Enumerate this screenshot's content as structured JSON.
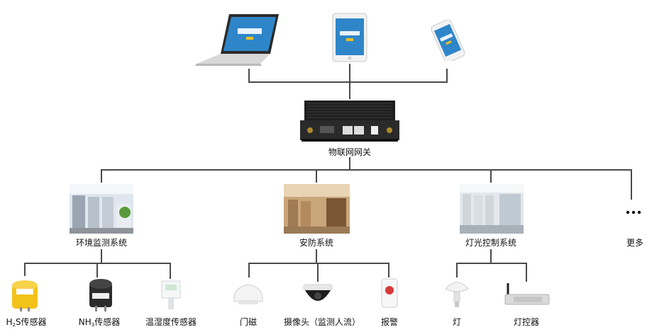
{
  "terminals": [
    {
      "name": "laptop"
    },
    {
      "name": "tablet"
    },
    {
      "name": "phone"
    }
  ],
  "gateway": {
    "label": "物联网网关"
  },
  "systems": [
    {
      "label": "环境监测系统"
    },
    {
      "label": "安防系统"
    },
    {
      "label": "灯光控制系统"
    },
    {
      "label": "更多",
      "icon": "ellipsis-icon"
    }
  ],
  "devices": {
    "env": [
      {
        "label_main": "H",
        "label_sub": "2",
        "label_rest": "S传感器"
      },
      {
        "label_main": "NH",
        "label_sub": "3",
        "label_rest": "传感器"
      },
      {
        "label": "温湿度传感器"
      }
    ],
    "security": [
      {
        "label": "门磁"
      },
      {
        "label": "摄像头（监测人流）"
      },
      {
        "label": "报警"
      }
    ],
    "lighting": [
      {
        "label": "灯"
      },
      {
        "label": "灯控器"
      }
    ]
  },
  "colors": {
    "line": "#4a4a4a",
    "gateway_body": "#1f1f1f",
    "screen": "#2a7fc1",
    "alarm_red": "#d63a3a"
  }
}
